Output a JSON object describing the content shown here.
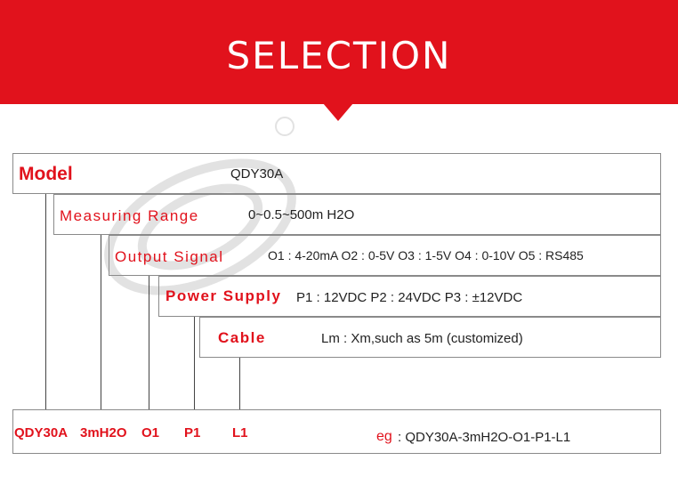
{
  "header": {
    "title": "SELECTION"
  },
  "rows": {
    "model": {
      "label": "Model",
      "value": "QDY30A"
    },
    "measuring_range": {
      "label": "Measuring Range",
      "value": "0~0.5~500m H2O"
    },
    "output_signal": {
      "label": "Output Signal",
      "value": "O1 : 4-20mA  O2 : 0-5V  O3 : 1-5V   O4 : 0-10V   O5 : RS485"
    },
    "power_supply": {
      "label": "Power Supply",
      "value": "P1 : 12VDC    P2 : 24VDC    P3 : ±12VDC"
    },
    "cable": {
      "label": "Cable",
      "value": "Lm : Xm,such as 5m (customized)"
    }
  },
  "example": {
    "codes": [
      "QDY30A",
      "3mH2O",
      "O1",
      "P1",
      "L1"
    ],
    "eg_label": "eg",
    "eg_value": ": QDY30A-3mH2O-O1-P1-L1"
  },
  "colors": {
    "accent": "#e1121c",
    "text": "#222222",
    "border": "#8a8a8a"
  }
}
